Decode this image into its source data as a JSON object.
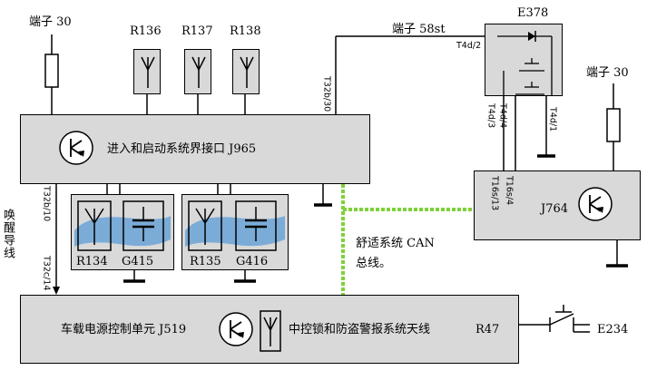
{
  "terminal_30_left": "端子 30",
  "terminal_30_right": "端子 30",
  "terminal_58st": "端子 58st",
  "antennas": {
    "r136": "R136",
    "r137": "R137",
    "r138": "R138"
  },
  "j965": {
    "label": "进入和启动系统界接口 J965"
  },
  "e378": {
    "label": "E378"
  },
  "pins": {
    "t32b_30": "T32b/30",
    "t4d_2": "T4d/2",
    "t4d_3": "T4d/3",
    "t4d_4": "T4d/4",
    "t4d_1": "T4d/1",
    "t16s_13": "T16s/13",
    "t16s_4": "T16s/4",
    "t32b_10": "T32b/10",
    "t32c_14": "T32c/14"
  },
  "j764": {
    "label": "J764"
  },
  "wake_line": "唤醒导线",
  "can_bus": {
    "line1": "舒适系统 CAN",
    "line2": "总线。"
  },
  "modules": {
    "r134": "R134",
    "g415": "G415",
    "r135": "R135",
    "g416": "G416"
  },
  "j519": {
    "label": "车载电源控制单元 J519",
    "antenna_label": "中控锁和防盗警报系统天线",
    "r47": "R47"
  },
  "e234": "E234",
  "colors": {
    "box_fill": "#d9d9d9",
    "can_green": "#7fd13b",
    "swoosh_blue": "#5b9bd5"
  }
}
